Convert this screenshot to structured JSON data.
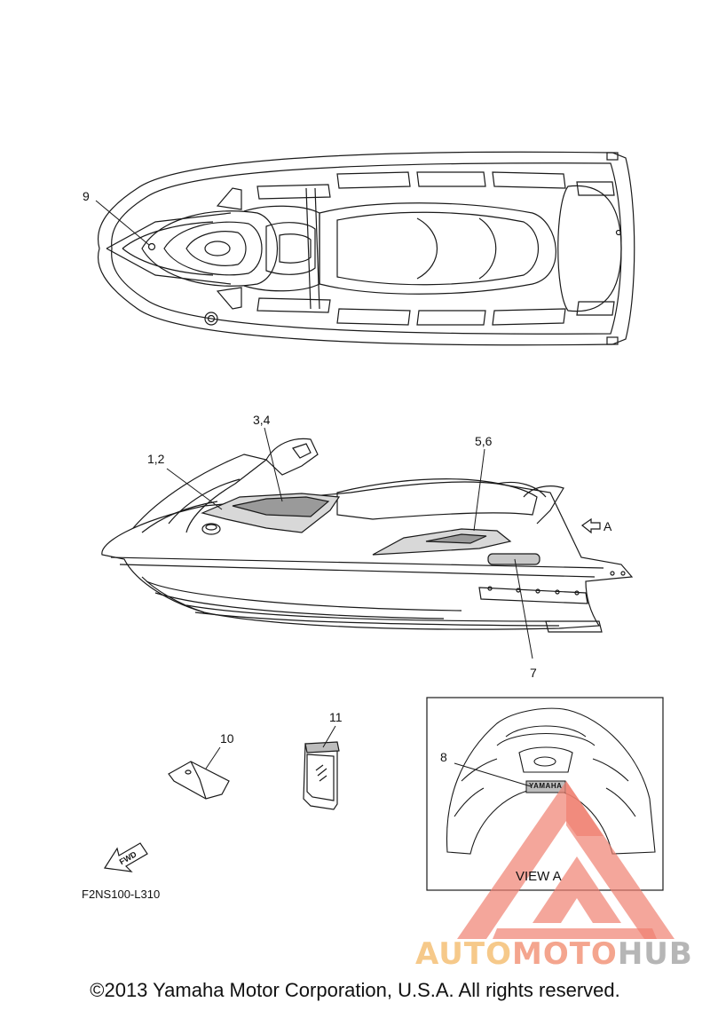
{
  "callouts": {
    "c1": "1,2",
    "c3": "3,4",
    "c5": "5,6",
    "c7": "7",
    "c8": "8",
    "c9": "9",
    "c10": "10",
    "c11": "11",
    "arrow_a": "A"
  },
  "view_label": "VIEW A",
  "fwd_label": "FWD",
  "brand_mark": "YAMAHA",
  "drawing_code": "F2NS100-L310",
  "copyright": "©2013 Yamaha Motor Corporation, U.S.A. All rights reserved.",
  "watermark": {
    "part1": "AUTO",
    "part2": "MOTO",
    "part3": "HUB",
    "color1": "#f6c98a",
    "color2": "#f4a58e",
    "color3": "#b6b6b6",
    "logo_color": "#f08070"
  },
  "line_color": "#1a1a1a"
}
